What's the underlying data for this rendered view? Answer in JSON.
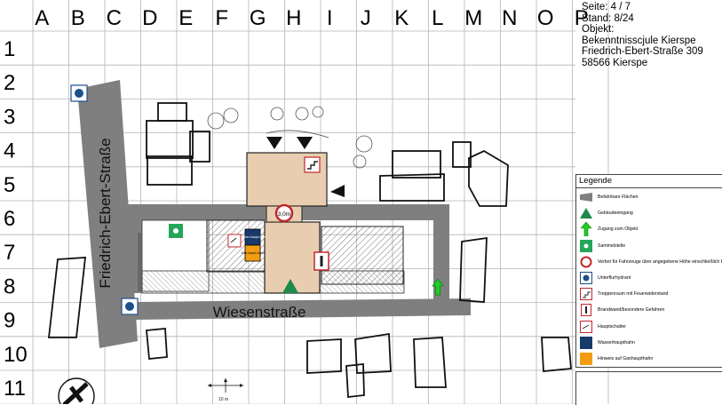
{
  "grid": {
    "columns": [
      "A",
      "B",
      "C",
      "D",
      "E",
      "F",
      "G",
      "H",
      "I",
      "J",
      "K",
      "L",
      "M",
      "N",
      "O",
      "P"
    ],
    "rows": [
      "1",
      "2",
      "3",
      "4",
      "5",
      "6",
      "7",
      "8",
      "9",
      "10",
      "11"
    ]
  },
  "info": {
    "page": "Seite: 4 / 7",
    "date": "Stand: 8/24",
    "object_label": "Objekt:",
    "name": "Bekenntnisscjule Kierspe",
    "street": "Friedrich-Ebert-Straße 309",
    "city": "58566 Kierspe"
  },
  "streets": {
    "vertical": "Friedrich-Ebert-Straße",
    "horizontal": "Wiesenstraße"
  },
  "map_labels": {
    "height_limit": "3,0m",
    "water_sign": "Wasser-haupt-hahn",
    "gas_sign": "Gas-haupt-hahn",
    "scale": "10 m"
  },
  "legend": {
    "title": "Legende",
    "items": [
      {
        "icon": "driveable-area-icon",
        "label": "Befahrbare Flächen"
      },
      {
        "icon": "building-entrance-icon",
        "label": "Gebäudeeingang"
      },
      {
        "icon": "access-arrow-icon",
        "label": "Zugang zum Objekt"
      },
      {
        "icon": "assembly-point-icon",
        "label": "Sammelstelle"
      },
      {
        "icon": "height-restriction-icon",
        "label": "Verbot für Fahrzeuge über angegebene Höhe einschließlich Ladung"
      },
      {
        "icon": "hydrant-icon",
        "label": "Unterflurhydrant"
      },
      {
        "icon": "stairwell-icon",
        "label": "Treppenraum mit Feuerwiderstand"
      },
      {
        "icon": "firewall-icon",
        "label": "Brandwand/besondere Gefahren"
      },
      {
        "icon": "main-switch-icon",
        "label": "Hauptschalter"
      },
      {
        "icon": "water-valve-icon",
        "label": "Wasserhaupthahn"
      },
      {
        "icon": "gas-valve-icon",
        "label": "Hinweis auf Gashaupthahn"
      }
    ]
  },
  "colors": {
    "road": "#7f7f7f",
    "building": "#e9cdb0",
    "assembly_green": "#24a65a",
    "entrance_green": "#1e8a4c",
    "arrow_green": "#22cc22",
    "hydrant_blue": "#1d4f8c",
    "red": "#c0262d",
    "water_blue": "#173a6b",
    "gas_orange": "#f39c12"
  }
}
